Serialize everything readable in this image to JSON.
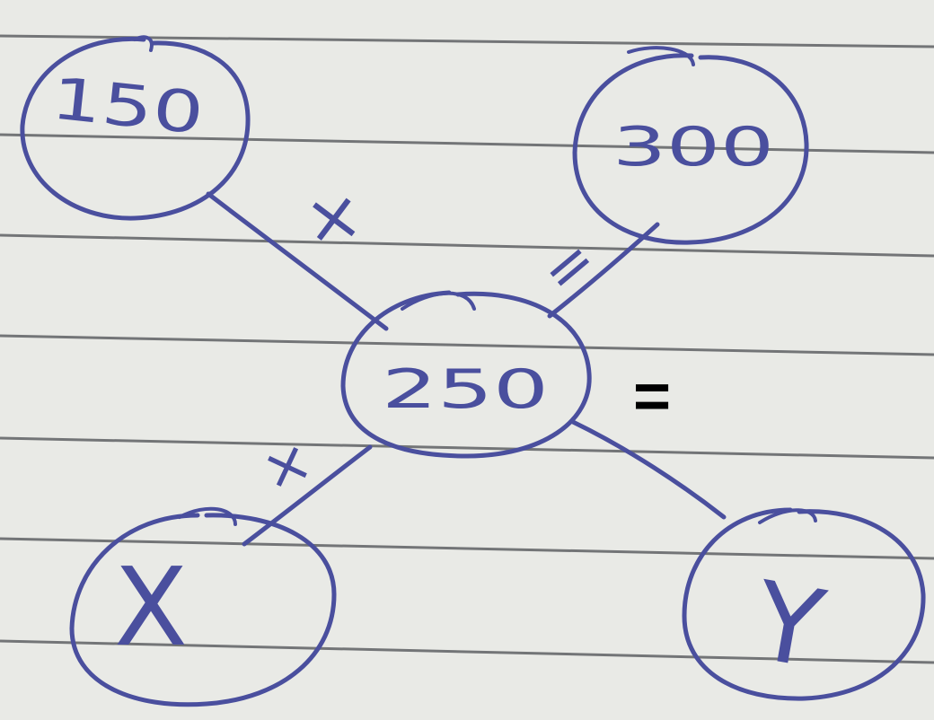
{
  "colors": {
    "paper": "#e9eae6",
    "rule_line": "#4c4e52",
    "ink": "#4a4f9e",
    "printed_text": "#000000"
  },
  "nodes": {
    "top_left": {
      "label": "150"
    },
    "top_right": {
      "label": "300"
    },
    "center": {
      "label": "250"
    },
    "bottom_left": {
      "label": "X"
    },
    "bottom_right": {
      "label": "Y"
    }
  },
  "operators": {
    "top_left_edge": "×",
    "top_right_edge": "=",
    "bottom_left_edge": "×",
    "printed_equals": "="
  }
}
